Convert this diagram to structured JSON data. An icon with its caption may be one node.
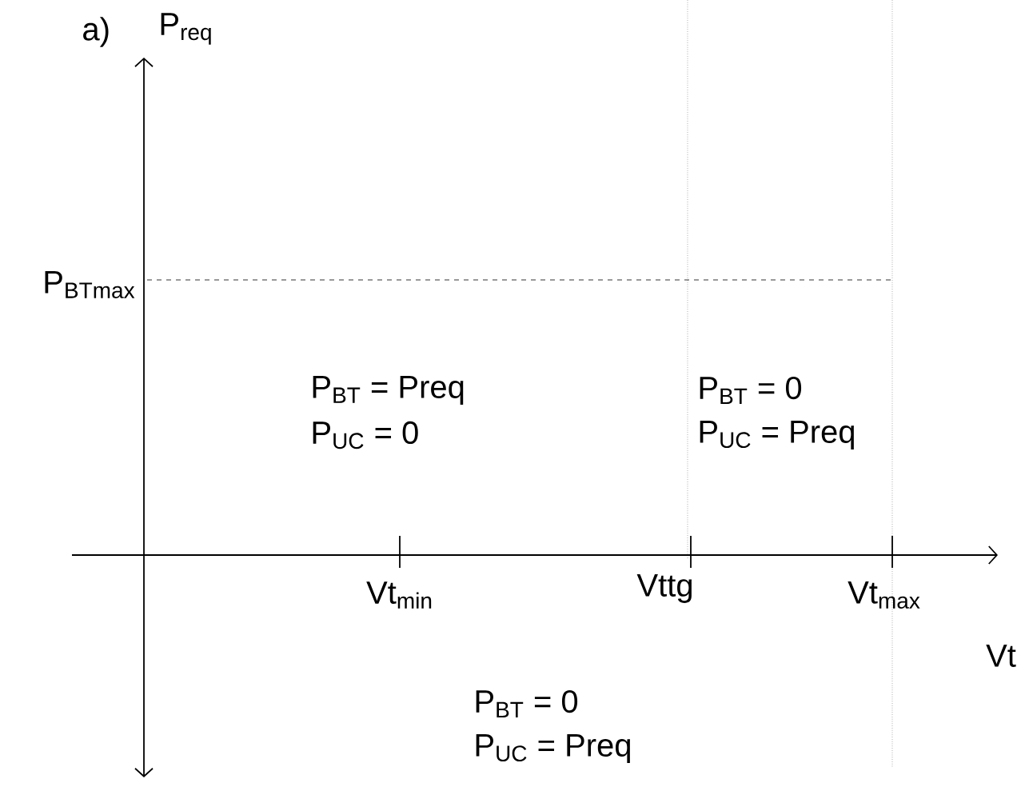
{
  "diagram": {
    "labels": [
      "a)",
      "P$_{req}$",
      "P$_{BTmax}$",
      "P$_{BT}$ = Preq",
      "P$_{UC}$ = 0",
      "P$_{BT}$ = 0",
      "P$_{UC}$ = Preq",
      "Vt$_{min}$",
      "Vttg",
      "Vt$_{max}$",
      "Vt",
      "P$_{BT}$ = 0",
      "P$_{UC}$ = Preq"
    ]
  }
}
